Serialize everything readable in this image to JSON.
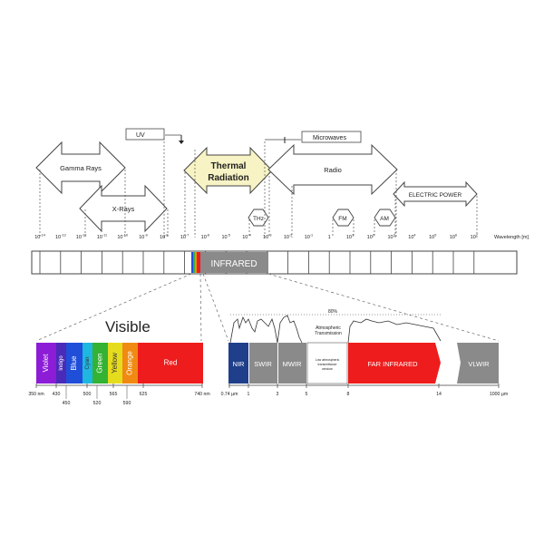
{
  "labels": {
    "uv": "UV",
    "microwaves": "Microwaves",
    "gamma": "Gamma Rays",
    "xrays": "X-Rays",
    "thermal_line1": "Thermal",
    "thermal_line2": "Radiation",
    "radio": "Radio",
    "thz": "THz",
    "fm": "FM",
    "am": "AM",
    "electric": "ELECTRIC POWER",
    "wavelength": "Wavelength [m]",
    "infrared": "INFRARED",
    "visible": "Visible",
    "percent": "80%",
    "atm_line1": "Atmospheric",
    "atm_line2": "Transmission",
    "opaque_line1": "Low atmospheric",
    "opaque_line2": "transmittance",
    "opaque_line3": "window"
  },
  "ticks": [
    {
      "b": "10",
      "e": "-14"
    },
    {
      "b": "10",
      "e": "-13"
    },
    {
      "b": "10",
      "e": "-12"
    },
    {
      "b": "10",
      "e": "-11"
    },
    {
      "b": "10",
      "e": "-10"
    },
    {
      "b": "10",
      "e": "-9"
    },
    {
      "b": "10",
      "e": "-8"
    },
    {
      "b": "10",
      "e": "-7"
    },
    {
      "b": "10",
      "e": "-6"
    },
    {
      "b": "10",
      "e": "-5"
    },
    {
      "b": "10",
      "e": "-4"
    },
    {
      "b": "10",
      "e": "-3"
    },
    {
      "b": "10",
      "e": "-2"
    },
    {
      "b": "10",
      "e": "-1"
    },
    {
      "b": "1",
      "e": ""
    },
    {
      "b": "10",
      "e": "1"
    },
    {
      "b": "10",
      "e": "2"
    },
    {
      "b": "10",
      "e": "3"
    },
    {
      "b": "10",
      "e": "4"
    },
    {
      "b": "10",
      "e": "5"
    },
    {
      "b": "10",
      "e": "6"
    },
    {
      "b": "10",
      "e": "7"
    }
  ],
  "visible_bands": [
    {
      "label": "Violet",
      "color": "#8c1cd6"
    },
    {
      "label": "Indigo",
      "color": "#4a2ab8"
    },
    {
      "label": "Blue",
      "color": "#1f4ed8"
    },
    {
      "label": "Cyan",
      "color": "#1fb6e0"
    },
    {
      "label": "Green",
      "color": "#33b233"
    },
    {
      "label": "Yellow",
      "color": "#e6dc1e"
    },
    {
      "label": "Orange",
      "color": "#f08a12"
    },
    {
      "label": "Red",
      "color": "#ee1c1c"
    }
  ],
  "visible_scale_top": [
    "350 nm",
    "430",
    "500",
    "565",
    "625",
    "740 nm"
  ],
  "visible_scale_bottom": [
    "450",
    "520",
    "590"
  ],
  "ir_bands": [
    {
      "label": "NIR",
      "color": "#1f3f8a"
    },
    {
      "label": "SWIR",
      "color": "#8a8a8a"
    },
    {
      "label": "MWIR",
      "color": "#8a8a8a"
    },
    {
      "label": "FAR INFRARED",
      "color": "#ee1c1c"
    },
    {
      "label": "VLWIR",
      "color": "#8a8a8a"
    }
  ],
  "ir_scale": [
    "0.74 µm",
    "1",
    "3",
    "5",
    "8",
    "14",
    "1000 µm"
  ],
  "colors": {
    "thermal_fill": "#f7f3c4",
    "infrared_fill": "#8a8a8a",
    "outline": "#444444"
  }
}
